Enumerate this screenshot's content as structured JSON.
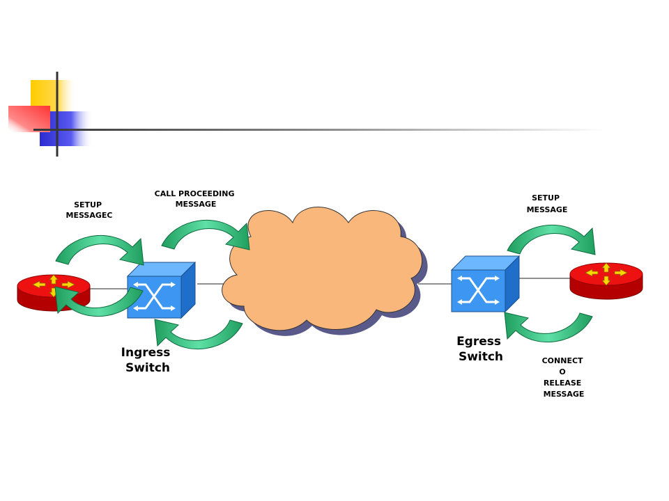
{
  "colors": {
    "deco_yellow": "#ffcc00",
    "deco_red": "#ff3333",
    "deco_blue": "#2b2bd1",
    "switch_blue": "#3d97f2",
    "router_red": "#ee1111",
    "cloud_peach": "#f9b77c",
    "arrow_green": "#2ec27e"
  },
  "labels": {
    "setup_left": [
      "SETUP",
      "MESSAGEC"
    ],
    "call_proceeding": [
      "CALL PROCEEDING",
      "MESSAGE"
    ],
    "setup_right": [
      "SETUP",
      "MESSAGE"
    ],
    "connect_release": [
      "CONNECT",
      "O",
      "RELEASE",
      "MESSAGE"
    ],
    "ingress_switch": [
      "Ingress",
      "Switch"
    ],
    "egress_switch": [
      "Egress",
      "Switch"
    ]
  },
  "icons": [
    "router-icon",
    "switch-icon",
    "cloud-icon",
    "curved-arrow-icon"
  ]
}
